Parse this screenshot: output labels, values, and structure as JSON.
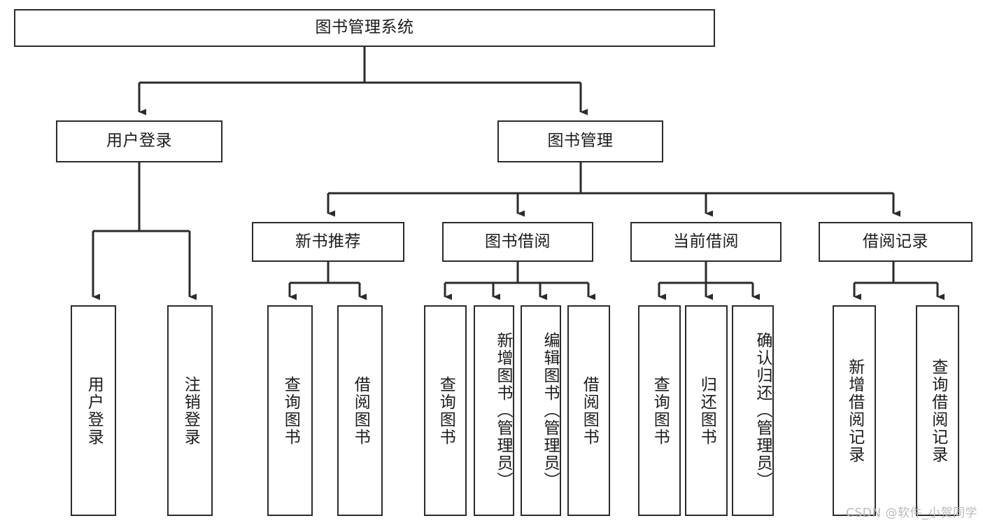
{
  "diagram": {
    "title": "图书管理系统",
    "type": "tree-hierarchy",
    "background_color": "#ffffff",
    "box_border_color": "#2b2b2b",
    "text_color": "#1b1b1b",
    "edge_color": "#2b2b2b",
    "root": {
      "label": "图书管理系统"
    },
    "level2": [
      {
        "label": "用户登录"
      },
      {
        "label": "图书管理"
      }
    ],
    "level3": [
      {
        "label": "新书推荐"
      },
      {
        "label": "图书借阅"
      },
      {
        "label": "当前借阅"
      },
      {
        "label": "借阅记录"
      }
    ],
    "leaves": {
      "user_login": [
        {
          "label": "用户登录"
        },
        {
          "label": "注销登录"
        }
      ],
      "new_book_recommend": [
        {
          "label": "查询图书"
        },
        {
          "label": "借阅图书"
        }
      ],
      "book_borrow": [
        {
          "label": "查询图书"
        },
        {
          "label": "新增图书（管理员）"
        },
        {
          "label": "编辑图书（管理员）"
        },
        {
          "label": "借阅图书"
        }
      ],
      "current_borrow": [
        {
          "label": "查询图书"
        },
        {
          "label": "归还图书"
        },
        {
          "label": "确认归还（管理员）"
        }
      ],
      "borrow_record": [
        {
          "label": "新增借阅记录"
        },
        {
          "label": "查询借阅记录"
        }
      ]
    }
  },
  "watermark": {
    "text": "CSDN @软件_小贺同学"
  }
}
